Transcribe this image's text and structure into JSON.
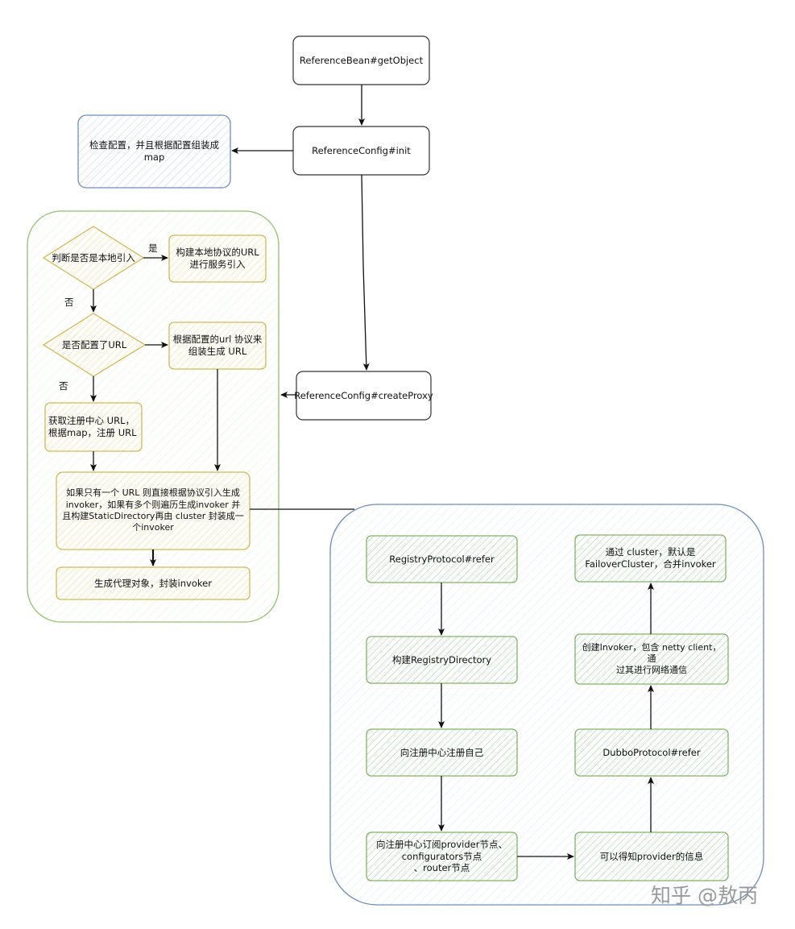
{
  "nodes": {
    "get_object": "ReferenceBean#getObject",
    "init": "ReferenceConfig#init",
    "check_config": "检查配置，并且根据配置组装成\nmap",
    "create_proxy": "ReferenceConfig#createProxy",
    "is_local": "判断是否是本地引入",
    "build_local_url": "构建本地协议的URL\n进行服务引入",
    "has_url": "是否配置了URL",
    "build_url": "根据配置的url 协议来\n组装生成 URL",
    "get_registry_url": "获取注册中心 URL，\n根据map，注册 URL",
    "single_or_multi": "如果只有一个 URL 则直接根据协议引入生成\ninvoker，如果有多个则遍历生成invoker 并\n且构建StaticDirectory再由 cluster 封装成一\n个invoker",
    "create_proxy_obj": "生成代理对象，封装invoker",
    "registry_refer": "RegistryProtocol#refer",
    "build_registry_dir": "构建RegistryDirectory",
    "register_self": "向注册中心注册自己",
    "subscribe": "向注册中心订阅provider节点、\nconfigurators节点\n、router节点",
    "learn_provider": "可以得知provider的信息",
    "dubbo_refer": "DubboProtocol#refer",
    "create_invoker": "创建Invoker，包含 netty client，通\n过其进行网络通信",
    "cluster_merge": "通过 cluster，默认是\nFailoverCluster，合并invoker"
  },
  "edge_labels": {
    "yes": "是",
    "no_1": "否",
    "no_2": "否"
  },
  "watermark": "知乎 @敖丙",
  "colors": {
    "blue_fill": "#dae8fc",
    "blue_stroke": "#6c8ebf",
    "yellow_fill": "#fff2cc",
    "yellow_stroke": "#d6b656",
    "green_fill": "#d5e8d4",
    "green_stroke": "#82b366",
    "group_green_stroke": "#8fc36f",
    "group_blue_stroke": "#6c8ebf",
    "dark_stroke": "#333333"
  }
}
